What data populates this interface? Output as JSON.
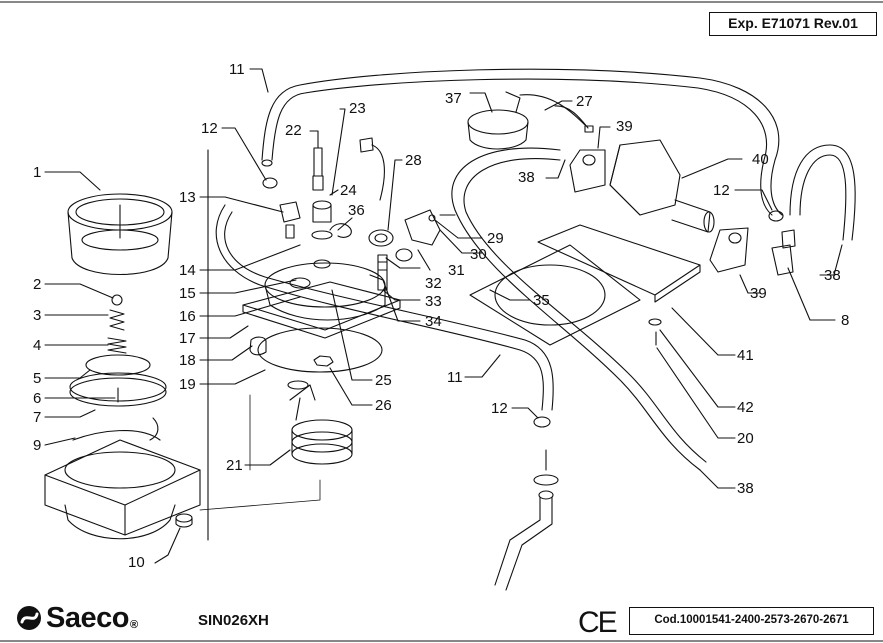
{
  "header": {
    "exploded_view_code": "Exp. E71071 Rev.01"
  },
  "footer": {
    "brand": "Saeco",
    "registered_mark": "®",
    "model": "SIN026XH",
    "ce_mark": "CE",
    "part_codes": "Cod.10001541-2400-2573-2670-2671"
  },
  "callouts": [
    "1",
    "2",
    "3",
    "4",
    "5",
    "6",
    "7",
    "9",
    "10",
    "11",
    "11",
    "12",
    "12",
    "12",
    "13",
    "14",
    "15",
    "16",
    "17",
    "18",
    "19",
    "20",
    "21",
    "22",
    "23",
    "24",
    "25",
    "26",
    "27",
    "28",
    "29",
    "30",
    "31",
    "32",
    "33",
    "34",
    "35",
    "36",
    "37",
    "38",
    "38",
    "38",
    "39",
    "39",
    "40",
    "41",
    "42",
    "8"
  ],
  "icons": {
    "brand_logo": "saeco-swirl-logo"
  }
}
